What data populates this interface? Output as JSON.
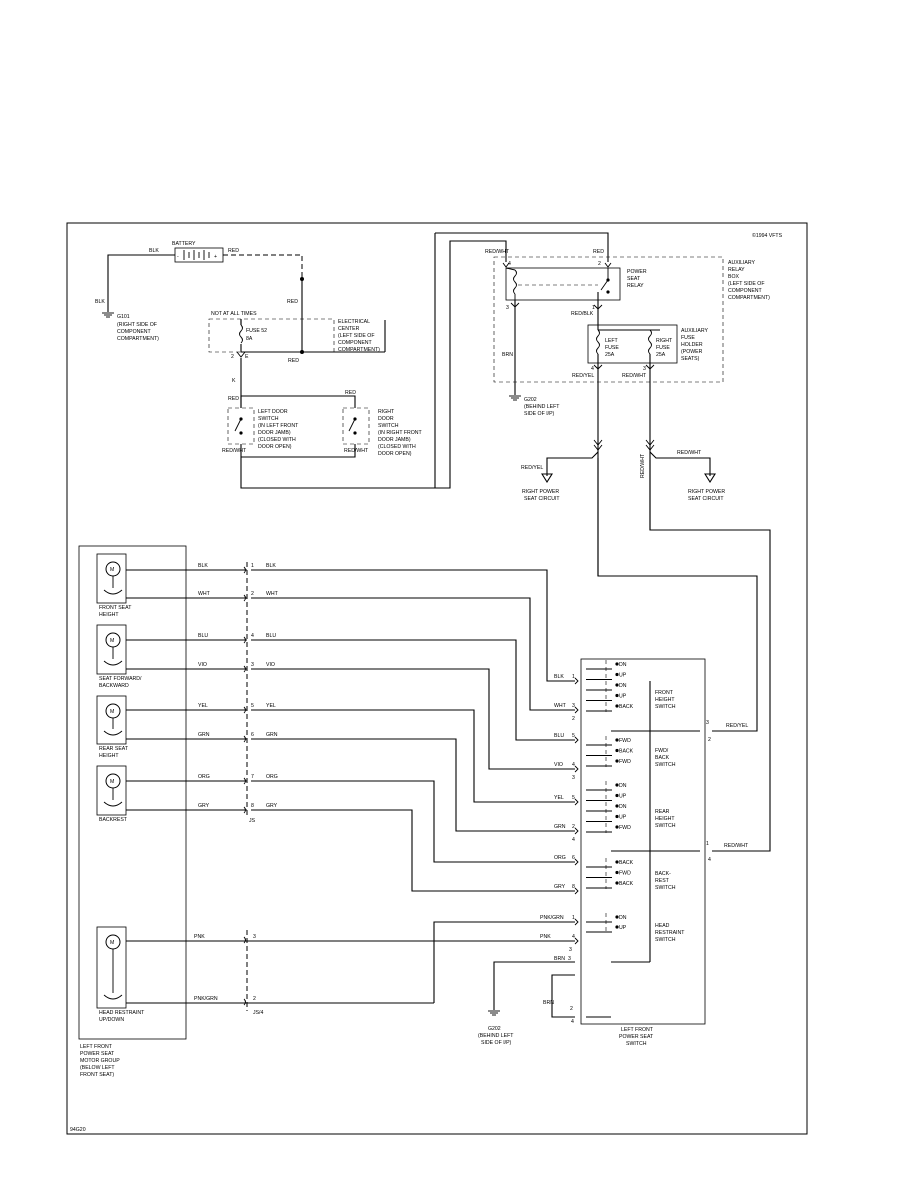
{
  "copyright": "©1994 VFTS",
  "page_code": "94G20",
  "battery": {
    "label": "BATTERY",
    "neg_wire": "BLK",
    "pos_wire": "RED"
  },
  "ground_g101": {
    "wire": "BLK",
    "id": "G101",
    "location": [
      "(RIGHT SIDE OF",
      "COMPONENT",
      "COMPARTMENT)"
    ]
  },
  "electrical_center": {
    "hot_label": "NOT AT ALL TIMES",
    "fuse_name": "FUSE 52",
    "fuse_rating": "8A",
    "pin_left": "2",
    "pin_right": "E",
    "label": [
      "ELECTRICAL",
      "CENTER",
      "(LEFT SIDE OF",
      "COMPONENT",
      "COMPARTMENT)"
    ],
    "wire_in": "RED",
    "wire_out": "RED"
  },
  "door_switches": {
    "feed_wire": "K",
    "left_wire_in": "RED",
    "right_wire_in": "RED",
    "left": {
      "label": [
        "LEFT DOOR",
        "SWITCH",
        "(IN LEFT FRONT",
        "DOOR JAMB)",
        "(CLOSED WITH",
        "DOOR OPEN)"
      ],
      "wire_out": "RED/WHT"
    },
    "right": {
      "label": [
        "RIGHT",
        "DOOR",
        "SWITCH",
        "(IN RIGHT FRONT",
        "DOOR JAMB)",
        "(CLOSED WITH",
        "DOOR OPEN)"
      ],
      "wire_out": "RED/WHT"
    }
  },
  "relay_box": {
    "wire_in_left": "RED/WHT",
    "wire_in_right": "RED",
    "pin_4": "4",
    "pin_2": "2",
    "pin_3": "3",
    "pin_1": "1",
    "relay_label": [
      "POWER",
      "SEAT",
      "RELAY"
    ],
    "box_label": [
      "AUXILIARY",
      "RELAY",
      "BOX",
      "(LEFT SIDE OF",
      "COMPONENT",
      "COMPARTMENT)"
    ],
    "relay_out_wire": "RED/BLK",
    "ground_wire": "BRN"
  },
  "fuse_holder": {
    "left_fuse": [
      "LEFT",
      "FUSE",
      "25A"
    ],
    "right_fuse": [
      "RIGHT",
      "FUSE",
      "25A"
    ],
    "label": [
      "AUXILIARY",
      "FUSE",
      "HOLDER",
      "(POWER",
      "SEATS)"
    ],
    "pin_4": "4",
    "pin_3": "3",
    "wire_left": "RED/YEL",
    "wire_right": "RED/WHT"
  },
  "ground_g202_top": {
    "id": "G202",
    "location": [
      "(BEHIND LEFT",
      "SIDE OF I/P)"
    ]
  },
  "right_power_seat": {
    "wire_left": "RED/YEL",
    "wire_right": "RED/WHT",
    "wire_right_vertical": "RED/WHT",
    "label_left": [
      "RIGHT POWER",
      "SEAT CIRCUIT"
    ],
    "label_right": [
      "RIGHT POWER",
      "SEAT CIRCUIT"
    ]
  },
  "motor_group": {
    "label": [
      "LEFT FRONT",
      "POWER SEAT",
      "MOTOR GROUP",
      "(BELOW LEFT",
      "FRONT SEAT)"
    ],
    "motors": [
      {
        "label": [
          "FRONT SEAT",
          "HEIGHT"
        ]
      },
      {
        "label": [
          "SEAT FORWARD/",
          "BACKWARD"
        ]
      },
      {
        "label": [
          "REAR SEAT",
          "HEIGHT"
        ]
      },
      {
        "label": [
          "BACKREST"
        ]
      },
      {
        "label": [
          "HEAD RESTRAINT",
          "UP/DOWN"
        ]
      }
    ],
    "symbol": "M"
  },
  "connector_js": {
    "id": "JS",
    "rows": [
      {
        "pin": "1",
        "wire": "BLK"
      },
      {
        "pin": "2",
        "wire": "WHT"
      },
      {
        "pin": "4",
        "wire": "BLU"
      },
      {
        "pin": "3",
        "wire": "VIO"
      },
      {
        "pin": "5",
        "wire": "YEL"
      },
      {
        "pin": "6",
        "wire": "GRN"
      },
      {
        "pin": "7",
        "wire": "ORG"
      },
      {
        "pin": "8",
        "wire": "GRY"
      }
    ]
  },
  "connector_shr": {
    "id": "JS/4",
    "rows": [
      {
        "pin": "3",
        "wire": "PNK"
      },
      {
        "pin": "2",
        "wire": "PNK/GRN"
      }
    ]
  },
  "seat_switch": {
    "label": [
      "LEFT FRONT",
      "POWER SEAT",
      "SWITCH"
    ],
    "inputs": [
      {
        "wire": "BLK",
        "pin": "1"
      },
      {
        "wire": "WHT",
        "pin": "3",
        "conn": "2"
      },
      {
        "wire": "BLU",
        "pin": "5"
      },
      {
        "wire": "VIO",
        "pin": "4",
        "conn": "3"
      },
      {
        "wire": "YEL",
        "pin": "5"
      },
      {
        "wire": "GRN",
        "pin": "2",
        "conn": "4"
      },
      {
        "wire": "ORG",
        "pin": "6"
      },
      {
        "wire": "GRY",
        "pin": "8"
      },
      {
        "wire": "PNK/GRN",
        "pin": "1"
      },
      {
        "wire": "PNK",
        "pin": "4",
        "conn": "3"
      },
      {
        "wire": "BRN",
        "pin": "3"
      }
    ],
    "sections": [
      {
        "name": [
          "FRONT",
          "HEIGHT",
          "SWITCH"
        ],
        "positions": [
          "DN",
          "UP",
          "DN",
          "UP",
          "BACK"
        ]
      },
      {
        "name": [
          "FWD/",
          "BACK",
          "SWITCH"
        ],
        "positions": [
          "FWD",
          "BACK",
          "FWD"
        ]
      },
      {
        "name": [
          "REAR",
          "HEIGHT",
          "SWITCH"
        ],
        "positions": [
          "DN",
          "UP",
          "DN",
          "UP",
          "FWD"
        ]
      },
      {
        "name": [
          "BACK-",
          "REST",
          "SWITCH"
        ],
        "positions": [
          "BACK",
          "FWD",
          "BACK"
        ]
      },
      {
        "name": [
          "HEAD",
          "RESTRAINT",
          "SWITCH"
        ],
        "positions": [
          "DN",
          "UP"
        ]
      }
    ],
    "right_pins": [
      {
        "pin": "3",
        "conn": "2",
        "wire": "RED/YEL"
      },
      {
        "pin": "1",
        "conn": "4",
        "wire": "RED/WHT"
      }
    ],
    "ground_brn": {
      "wire": "BRN",
      "pin": "2",
      "conn": "4"
    }
  },
  "ground_g202_bottom": {
    "id": "G202",
    "location": [
      "(BEHIND LEFT",
      "SIDE OF I/P)"
    ]
  }
}
